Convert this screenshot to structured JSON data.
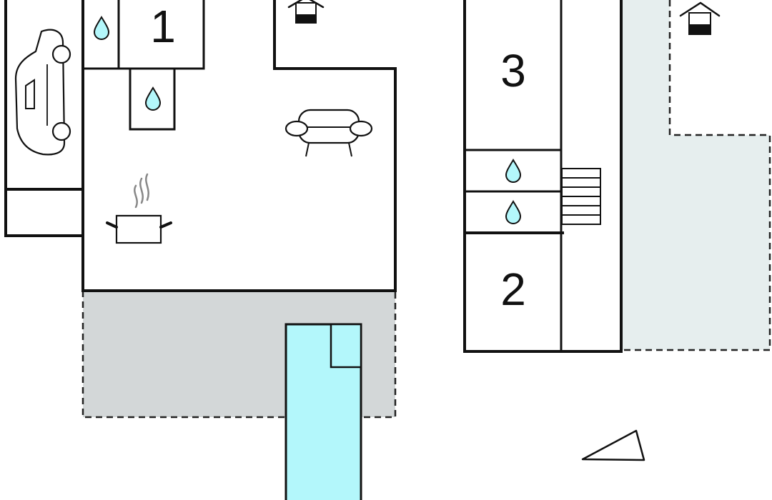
{
  "plan": {
    "rooms": [
      {
        "id": "room-1",
        "label": "1"
      },
      {
        "id": "room-2",
        "label": "2"
      },
      {
        "id": "room-3",
        "label": "3"
      }
    ]
  },
  "colors": {
    "terrace": "#d3d7d8",
    "deck": "#e6eeee",
    "pool": "#b3f7fb",
    "water": "#b3f7fb",
    "wall": "#111111"
  },
  "icons": [
    "car-icon",
    "sofa-icon",
    "cooking-pot-icon",
    "water-drop-icon",
    "house-entrance-icon",
    "stairs-icon",
    "compass-icon"
  ]
}
